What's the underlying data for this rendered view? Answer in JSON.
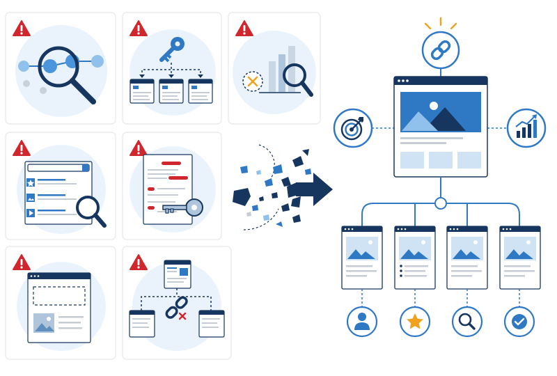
{
  "colors": {
    "navy": "#16355f",
    "blue": "#2f78c4",
    "light_blue": "#cfe3f5",
    "pale_blue": "#eaf3fb",
    "red": "#d0262d",
    "orange": "#f0a21f",
    "gray_line": "#c6ccd4",
    "card_border": "#dfe3e8"
  },
  "problem_cards": [
    {
      "id": "card-1",
      "warning_icon": "warning-icon",
      "main_icon": "magnifier-network-icon"
    },
    {
      "id": "card-2",
      "warning_icon": "warning-icon",
      "main_icon": "key-hierarchy-icon"
    },
    {
      "id": "card-3",
      "warning_icon": "warning-icon",
      "main_icon": "analytics-search-icon"
    },
    {
      "id": "card-4",
      "warning_icon": "warning-icon",
      "main_icon": "search-results-icon"
    },
    {
      "id": "card-5",
      "warning_icon": "warning-icon",
      "main_icon": "keyword-document-icon"
    },
    {
      "id": "card-6",
      "warning_icon": "warning-icon",
      "main_icon": "empty-page-icon"
    },
    {
      "id": "card-7",
      "warning_icon": "warning-icon",
      "main_icon": "broken-link-icon"
    }
  ],
  "solution": {
    "top_icon": "link-icon",
    "left_icon": "target-icon",
    "right_icon": "growth-chart-icon",
    "child_icons": [
      "user-icon",
      "star-icon",
      "search-icon",
      "check-icon"
    ]
  }
}
